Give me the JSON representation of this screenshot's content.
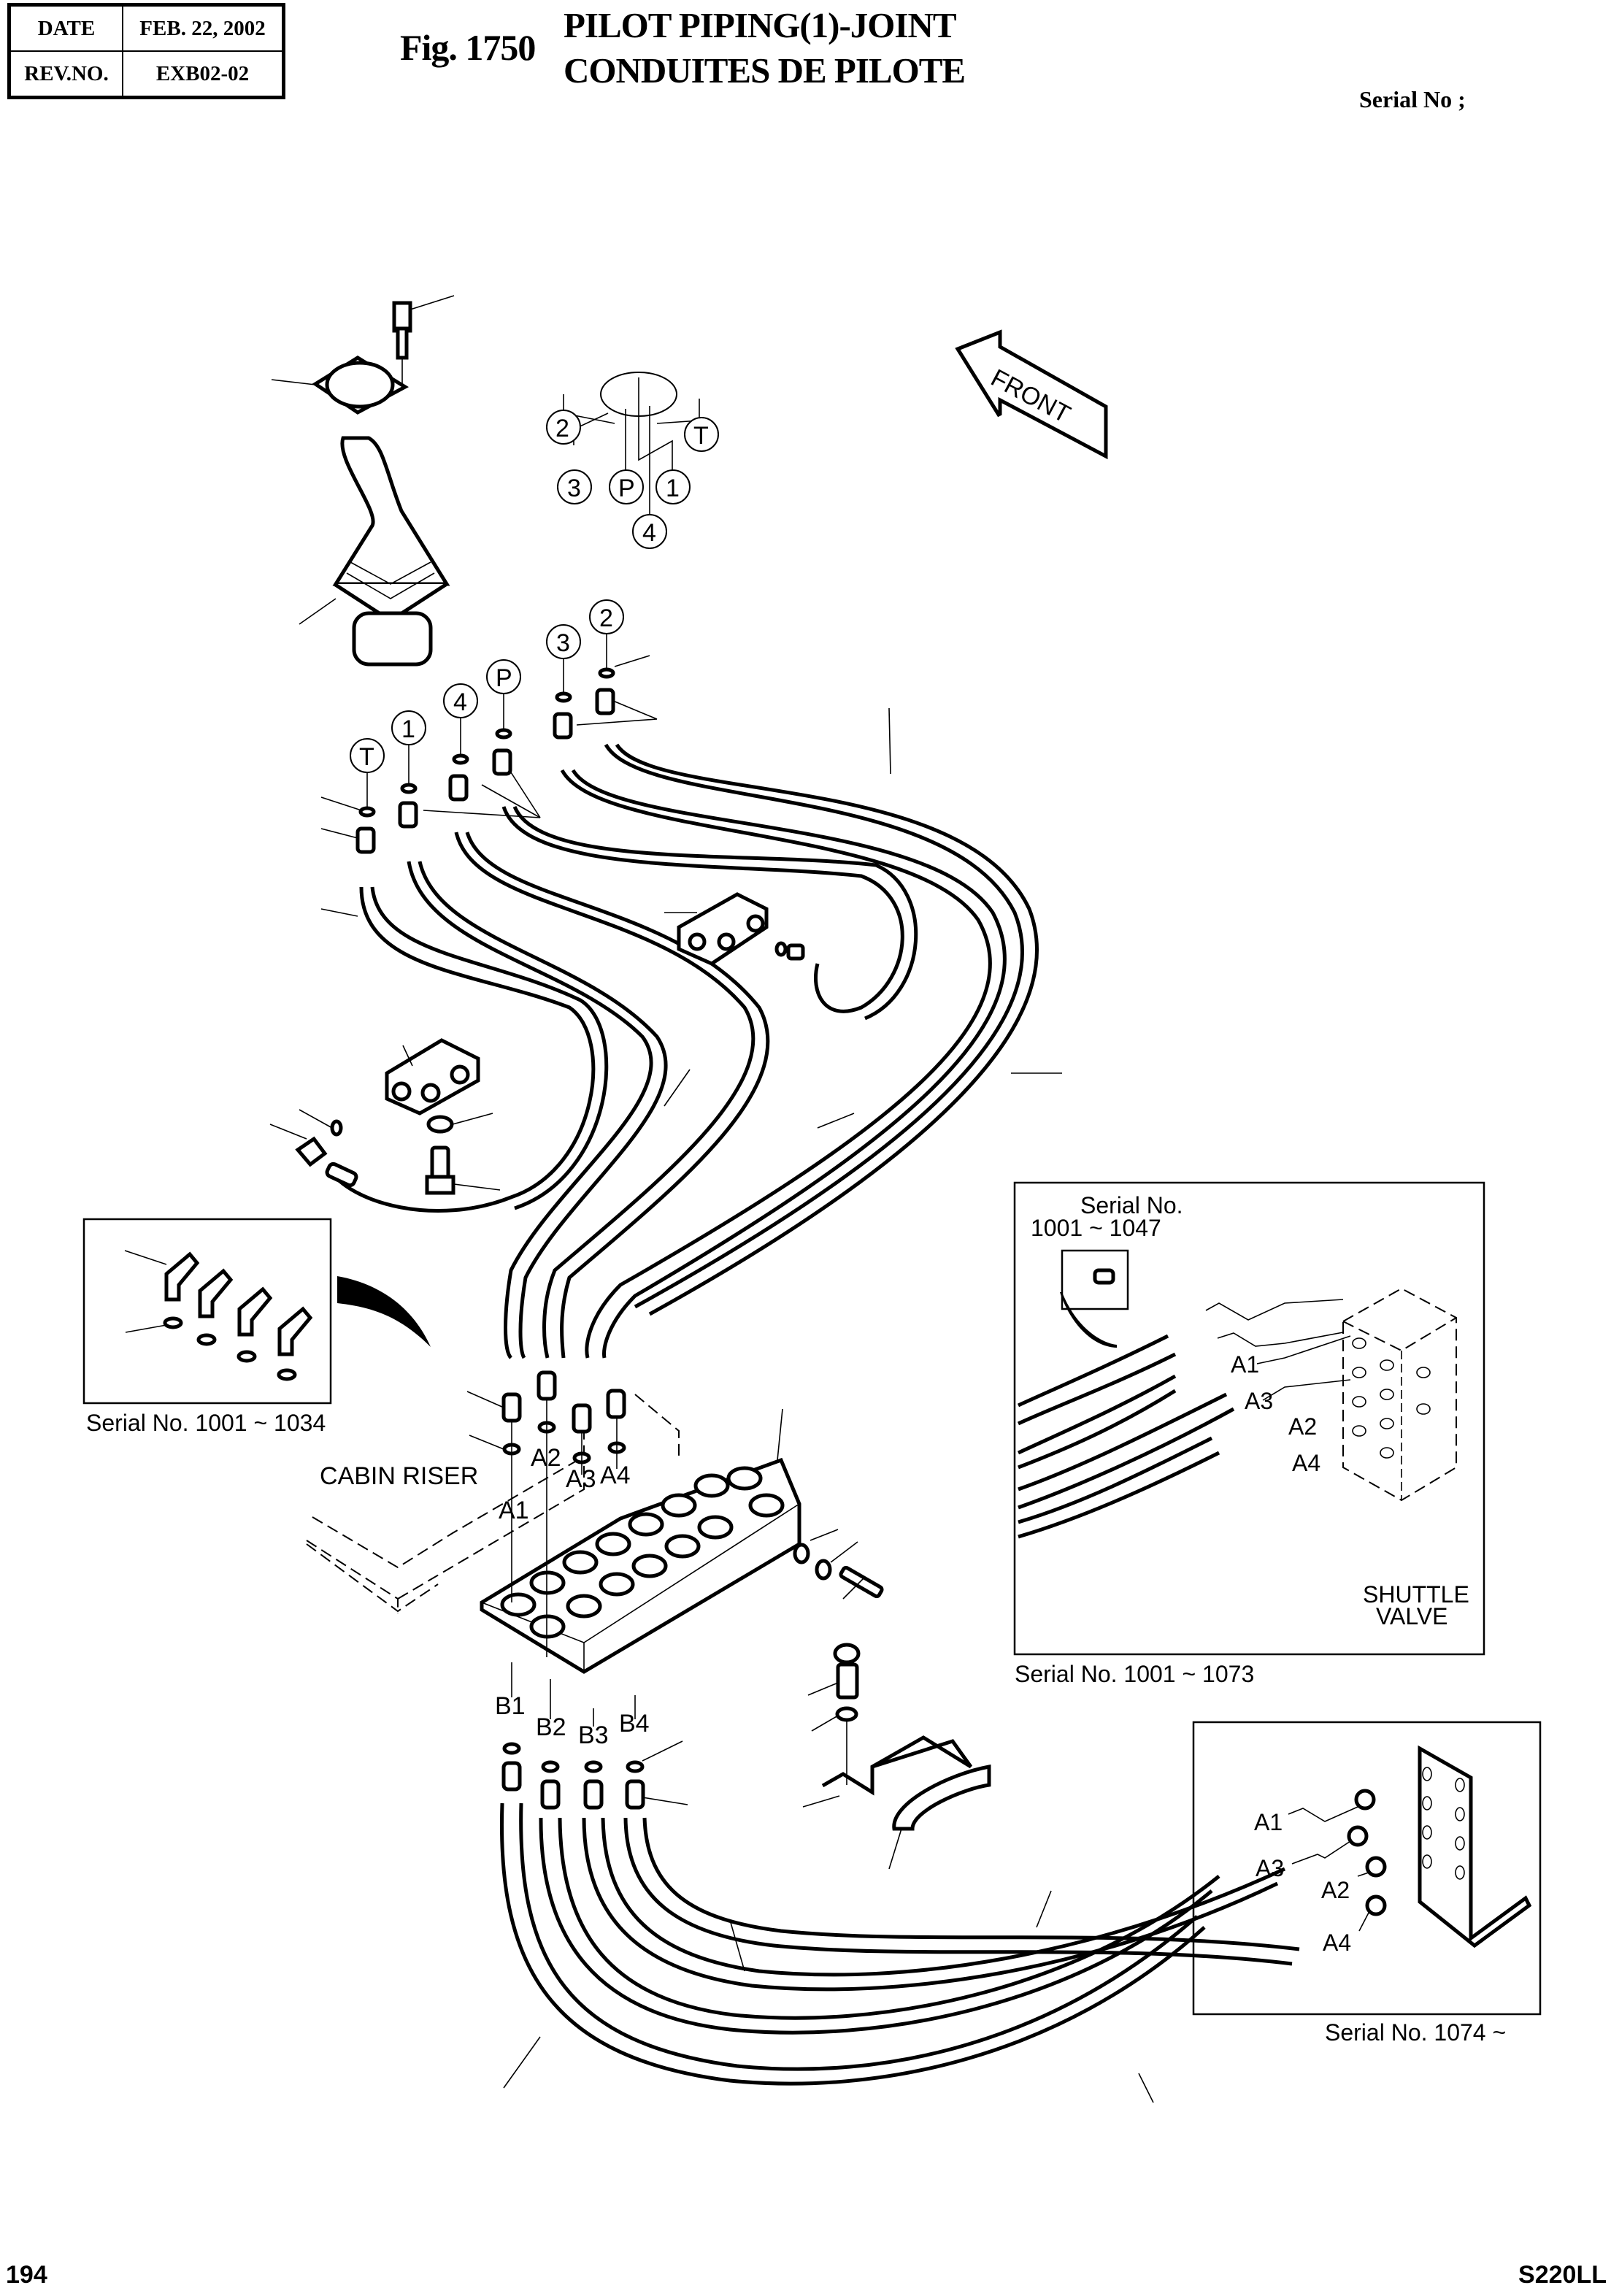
{
  "header": {
    "date_label": "DATE",
    "date_value": "FEB. 22, 2002",
    "rev_label": "REV.NO.",
    "rev_value": "EXB02-02",
    "figure_number": "Fig. 1750",
    "title_en": "PILOT PIPING(1)-JOINT",
    "title_fr": "CONDUITES DE PILOTE",
    "serial_label": "Serial No ;"
  },
  "footer": {
    "page_number": "194",
    "model": "S220LL"
  },
  "diagram": {
    "orientation_arrow": "FRONT",
    "joystick_port_callouts": [
      "2",
      "T",
      "3",
      "P",
      "1",
      "4"
    ],
    "fitting_port_callouts": [
      "T",
      "1",
      "4",
      "P",
      "3",
      "2"
    ],
    "manifold_inlet_labels": [
      "A1",
      "A2",
      "A3",
      "A4"
    ],
    "manifold_outlet_labels": [
      "B1",
      "B2",
      "B3",
      "B4"
    ],
    "cabin_riser_label": "CABIN RISER",
    "inset_left": {
      "caption": "Serial No. 1001 ~ 1034"
    },
    "inset_shuttle": {
      "sub_caption_line1": "Serial No.",
      "sub_caption_line2": "1001 ~ 1047",
      "port_labels": [
        "A1",
        "A3",
        "A2",
        "A4"
      ],
      "valve_label_line1": "SHUTTLE",
      "valve_label_line2": "VALVE",
      "caption": "Serial No. 1001 ~ 1073"
    },
    "inset_bracket": {
      "port_labels": [
        "A1",
        "A3",
        "A2",
        "A4"
      ],
      "caption": "Serial No. 1074 ~"
    }
  }
}
